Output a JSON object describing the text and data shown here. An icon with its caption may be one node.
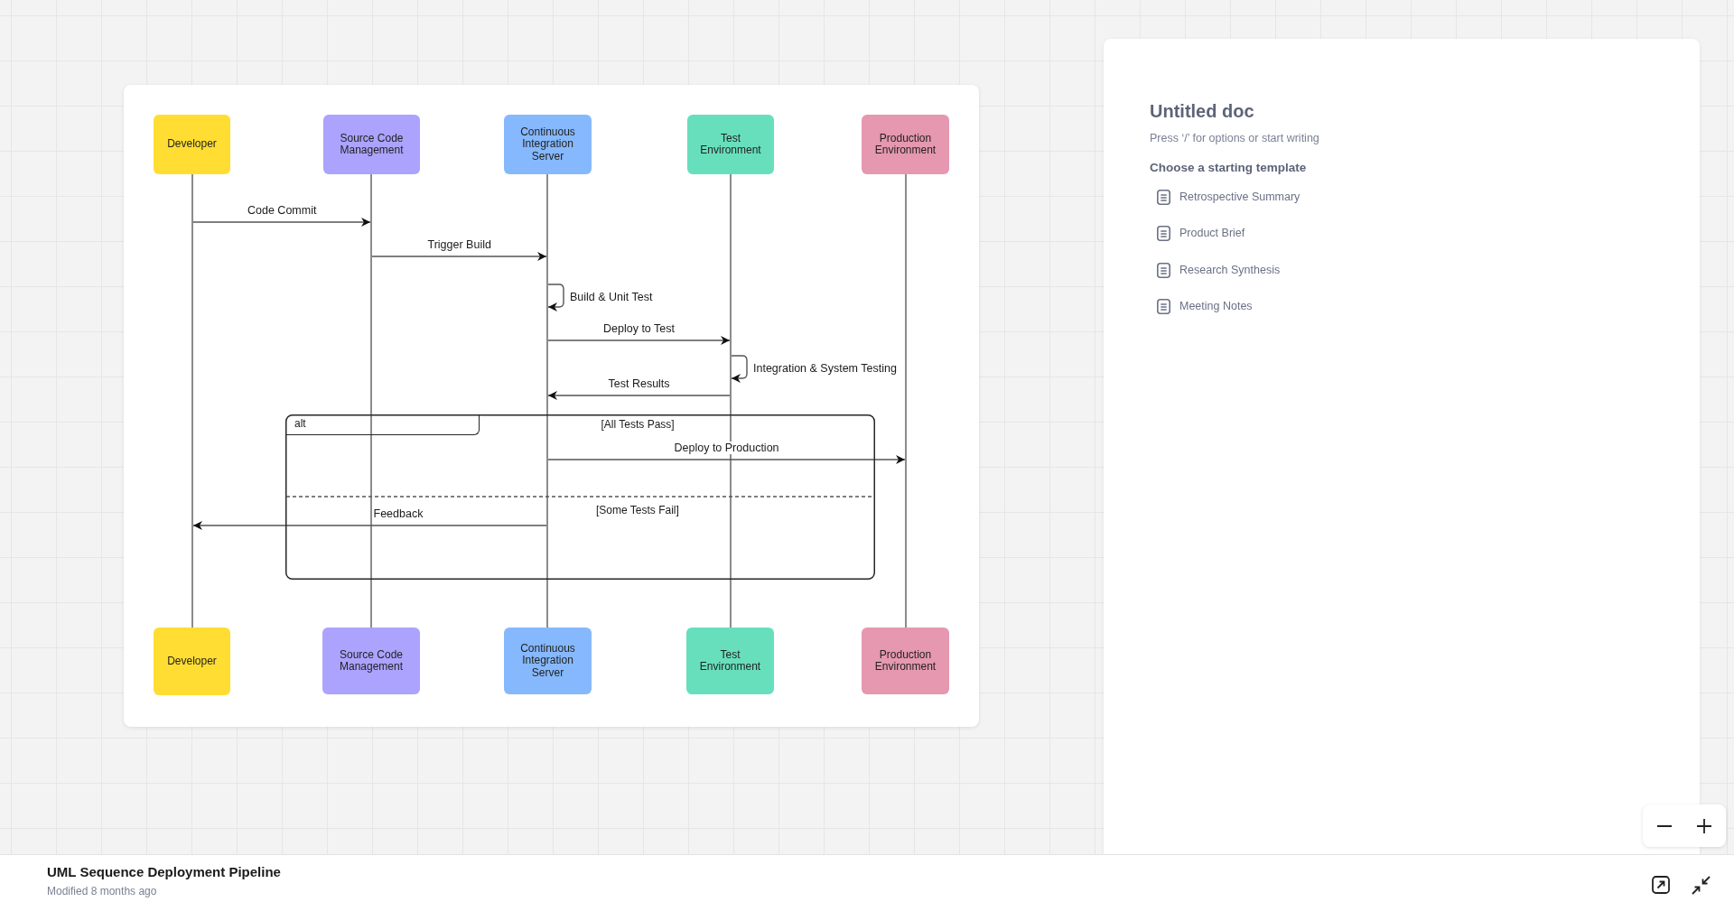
{
  "diagram": {
    "title": "UML Sequence Deployment Pipeline",
    "nodes": [
      {
        "text": [
          "Developer"
        ]
      },
      {
        "text": [
          "Source Code Management"
        ]
      },
      {
        "text": [
          "Continuous Integration Server"
        ]
      },
      {
        "text": [
          "Test Environment"
        ]
      },
      {
        "text": [
          "Production Environment"
        ]
      },
      {
        "text": [],
        "shape": "line"
      },
      {
        "text": [],
        "shape": "line"
      },
      {
        "text": [],
        "shape": "line"
      },
      {
        "text": [],
        "shape": "line"
      },
      {
        "text": [],
        "shape": "line"
      },
      {
        "text": [
          "alt"
        ]
      },
      {
        "text": [
          "Developer"
        ]
      },
      {
        "text": [
          "Source Code Management"
        ]
      },
      {
        "text": [
          "Continuous Integration Server"
        ]
      },
      {
        "text": [
          "Test Environment"
        ]
      },
      {
        "text": [
          "Production Environment"
        ]
      }
    ],
    "edges": [
      {
        "from": 5,
        "to": 6,
        "arrow": "to",
        "label": "Code Commit"
      },
      {
        "from": 6,
        "to": 7,
        "arrow": "to",
        "label": "Trigger Build"
      },
      {
        "from": 7,
        "to": 7,
        "arrow": "to",
        "label": "Build & Unit Test"
      },
      {
        "from": 7,
        "to": 8,
        "arrow": "to",
        "label": "Deploy to Test"
      },
      {
        "from": 8,
        "to": 8,
        "arrow": "to",
        "label": "Integration & System Testing"
      },
      {
        "from": 8,
        "to": 7,
        "arrow": "to",
        "label": "Test Results"
      },
      {
        "from": 7,
        "to": 9,
        "arrow": "to",
        "label": "Deploy to Production"
      },
      {
        "from": 7,
        "to": 5,
        "arrow": "to",
        "label": "Feedback"
      }
    ],
    "labels": [
      "[All Tests Pass]",
      "[Some Tests Fail]",
      "Untitled doc",
      "Press ‘/’ for options or start writing",
      "Choose a starting template",
      "Retrospective Summary",
      "Product Brief",
      "Research Synthesis",
      "Meeting Notes",
      "Modified 8 months ago"
    ]
  }
}
